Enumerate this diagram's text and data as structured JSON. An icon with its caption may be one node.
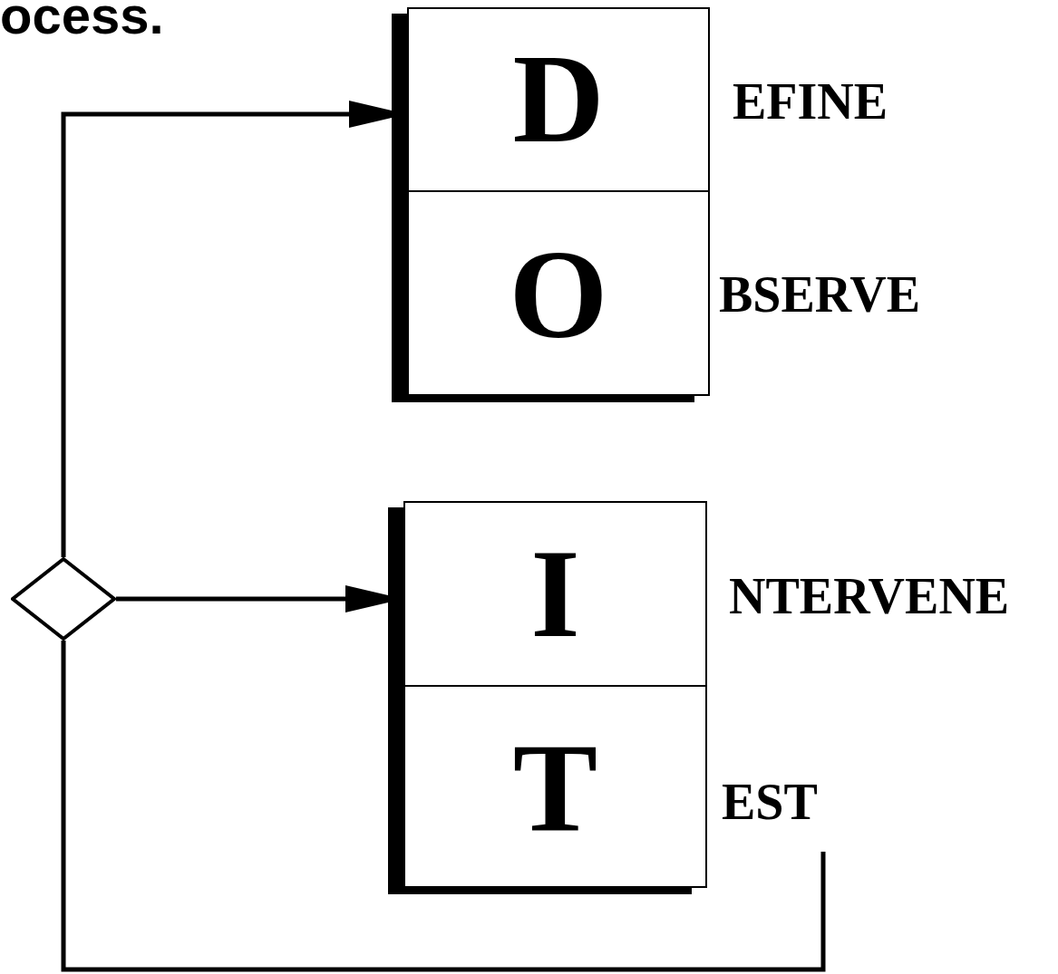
{
  "diagram": {
    "title": "ocess.",
    "nodes": [
      {
        "text": [],
        "shape": "box"
      },
      {
        "text": [
          "D"
        ],
        "in": 0,
        "beside": [
          "EFINE"
        ]
      },
      {
        "text": [
          "O"
        ],
        "in": 0,
        "beside": [
          "BSERVE"
        ]
      },
      {
        "text": [],
        "shape": "box"
      },
      {
        "text": [
          "I"
        ],
        "in": 3,
        "beside": [
          "NTERVENE"
        ]
      },
      {
        "text": [
          "T"
        ],
        "in": 3,
        "beside": [
          "EST"
        ]
      },
      {
        "text": [],
        "shape": "diamond"
      }
    ],
    "edges": [
      {
        "from": 6,
        "to": 1,
        "arrow": "to"
      },
      {
        "from": 6,
        "to": 4,
        "arrow": "to"
      },
      {
        "from": null,
        "to": 6,
        "arrow": "none"
      }
    ]
  }
}
